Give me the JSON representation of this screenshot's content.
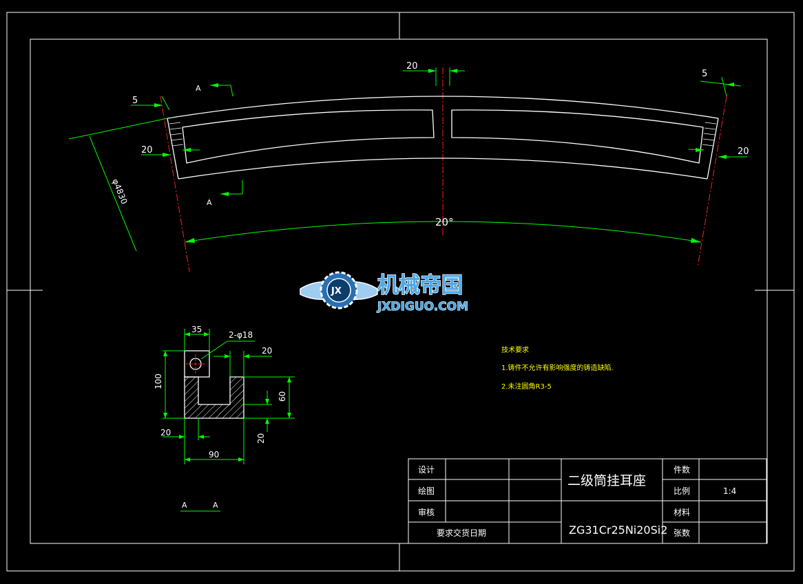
{
  "colors": {
    "background": "#000000",
    "outline": "#ffffff",
    "dimension": "#00ff00",
    "centerline": "#ff0000",
    "note_text": "#ffff00",
    "watermark": "#4aa8e8"
  },
  "plan_view": {
    "dim_slot_width": "20",
    "dim_end_offset_left": "5",
    "dim_end_offset_right": "5",
    "dim_rim_left": "20",
    "dim_rim_right": "20",
    "dim_diameter": "φ4830",
    "dim_angle": "20°",
    "section_mark_top": "A",
    "section_mark_bottom": "A"
  },
  "section_view": {
    "dim_35": "35",
    "dim_holes": "2-φ18",
    "dim_20_top": "20",
    "dim_100": "100",
    "dim_60": "60",
    "dim_20_left": "20",
    "dim_20_right": "20",
    "dim_90": "90",
    "section_label_left": "A",
    "section_label_right": "A"
  },
  "watermark": {
    "brand_cn": "机械帝国",
    "brand_en": "JXDIGUO.COM",
    "logo_letters": "JX"
  },
  "tech_notes": {
    "title": "技术要求",
    "items": [
      "1.铸件不允许有影响强度的铸造缺陷.",
      "2.未注圆角R3-5"
    ]
  },
  "title_block": {
    "design_label": "设计",
    "draw_label": "绘图",
    "review_label": "审核",
    "date_label": "要求交货日期",
    "part_name": "二级筒挂耳座",
    "material": "ZG31Cr25Ni20Si2",
    "qty_label": "件数",
    "scale_label": "比例",
    "scale_value": "1:4",
    "material_label": "材料",
    "sheet_label": "张数"
  }
}
